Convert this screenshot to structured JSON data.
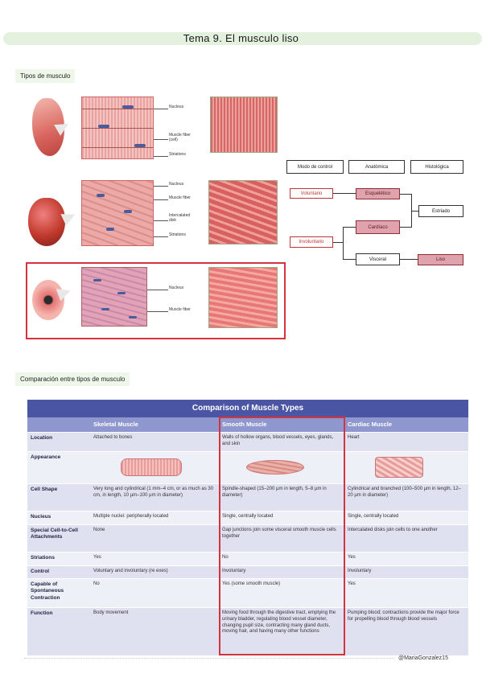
{
  "page": {
    "title": "Tema 9. El musculo liso",
    "section1": "Tipos de musculo",
    "section2": "Comparación entre tipos de musculo",
    "credit": "@MariaGonzalez15"
  },
  "figure": {
    "row1": {
      "nucleus": "Nucleus",
      "fiber": "Muscle fiber\n(cell)",
      "striations": "Striations"
    },
    "row2": {
      "nucleus": "Nucleus",
      "fiber": "Muscle fiber",
      "disk": "Intercalated\ndisk",
      "striations": "Striations"
    },
    "row3": {
      "nucleus": "Nucleus",
      "fiber": "Muscle fiber"
    }
  },
  "diagram": {
    "headers": [
      "Modo de control",
      "Anatómica",
      "Histológica"
    ],
    "voluntario": "Voluntario",
    "involuntario": "Involuntario",
    "esqueletico": "Esquelético",
    "cardiaco": "Cardíaco",
    "visceral": "Visceral",
    "estriado": "Estriado",
    "liso": "Liso"
  },
  "table": {
    "title": "Comparison of Muscle Types",
    "columns": [
      "",
      "Skeletal Muscle",
      "Smooth Muscle",
      "Cardiac Muscle"
    ],
    "rows": [
      {
        "label": "Location",
        "values": [
          "Attached to bones",
          "Walls of hollow organs, blood vessels, eyes, glands, and skin",
          "Heart"
        ]
      },
      {
        "label": "Appearance",
        "values": [
          "",
          "",
          ""
        ]
      },
      {
        "label": "Cell Shape",
        "values": [
          "Very long and cylindrical (1 mm–4 cm, or as much as 30 cm, in length, 10 µm–100 µm in diameter)",
          "Spindle-shaped (15–200 µm in length, 5–8 µm in diameter)",
          "Cylindrical and branched (100–500 µm in length, 12–20 µm in diameter)"
        ]
      },
      {
        "label": "Nucleus",
        "values": [
          "Multiple nuclei: peripherally located",
          "Single, centrally located",
          "Single, centrally located"
        ]
      },
      {
        "label": "Special Cell-to-Cell Attachments",
        "values": [
          "None",
          "Gap junctions join some visceral smooth muscle cells together",
          "Intercalated disks join cells to one another"
        ]
      },
      {
        "label": "Striations",
        "values": [
          "Yes",
          "No",
          "Yes"
        ]
      },
      {
        "label": "Control",
        "values": [
          "Voluntary and involuntary (re   exes)",
          "Involuntary",
          "Involuntary"
        ]
      },
      {
        "label": "Capable of Spontaneous Contraction",
        "values": [
          "No",
          "Yes (some smooth muscle)",
          "Yes"
        ]
      },
      {
        "label": "Function",
        "values": [
          "Body movement",
          "Moving food through the digestive tract, emptying the urinary bladder, regulating blood vessel diameter, changing pupil size, contracting many gland ducts, moving hair, and having many other functions",
          "Pumping blood; contractions provide the major force for propelling blood through blood vessels"
        ]
      }
    ]
  },
  "colors": {
    "accent_red": "#d4323c",
    "table_header": "#4a56a3",
    "table_col_header": "#8f97cf",
    "diag_pink": "#e0a3ad"
  }
}
